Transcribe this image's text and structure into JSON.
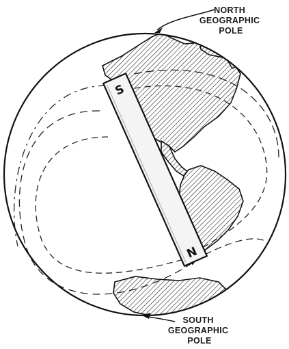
{
  "labels": {
    "north_pole": [
      "NORTH",
      "GEOGRAPHIC",
      "POLE"
    ],
    "south_pole": [
      "SOUTH",
      "GEOGRAPHIC",
      "POLE"
    ]
  },
  "magnet": {
    "top_pole": "S",
    "bottom_pole": "N"
  }
}
